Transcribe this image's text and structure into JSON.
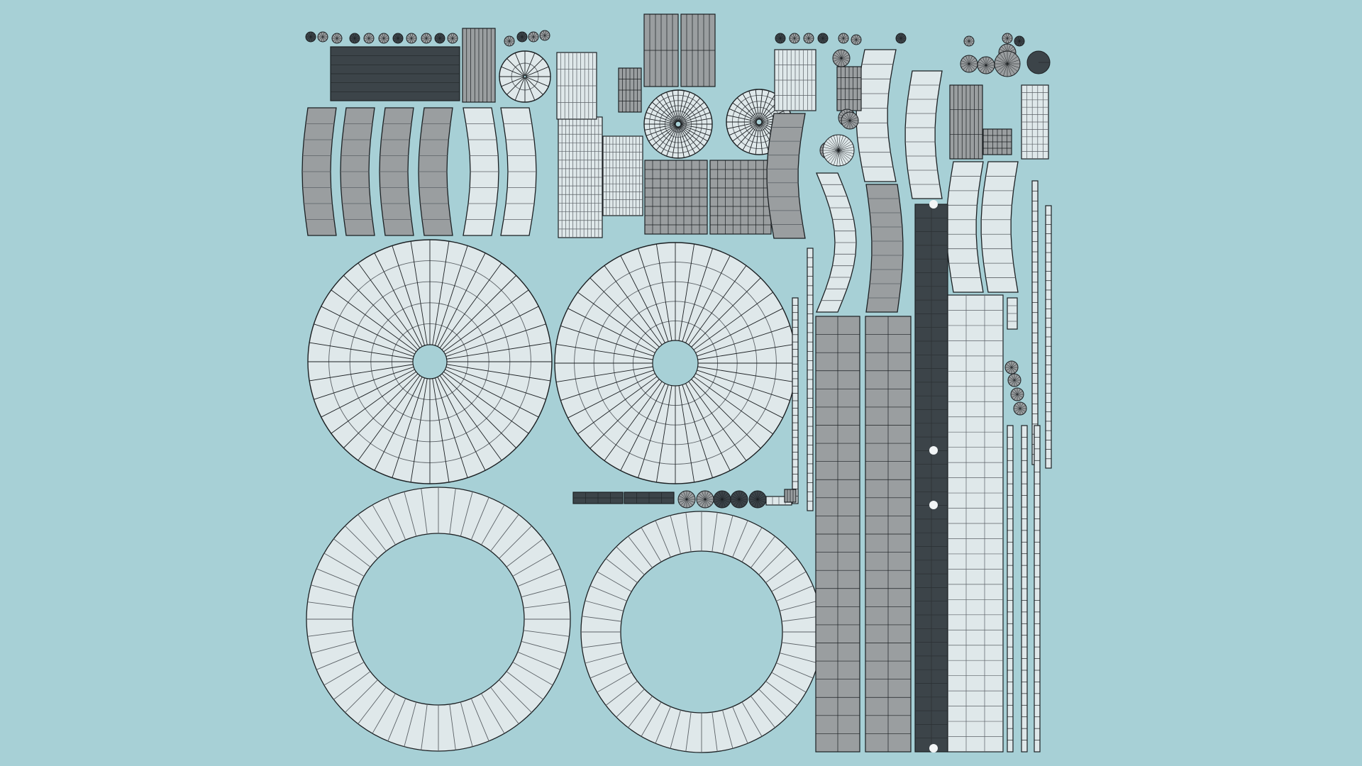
{
  "viewport": {
    "background": "#a7d0d6"
  },
  "palette": {
    "face_light": "#dfe8ea",
    "face_mid": "#9a9ea0",
    "face_dark": "#3c4449",
    "wire": "#1b1f22",
    "wire_light": "#5b6166"
  },
  "uv_layout": {
    "shell_groups": [
      "large-radial-disc",
      "flat-rings",
      "curved-strips",
      "cylinder-unwraps",
      "long-planks",
      "small-cap-shells",
      "thin-trim-strips"
    ]
  }
}
